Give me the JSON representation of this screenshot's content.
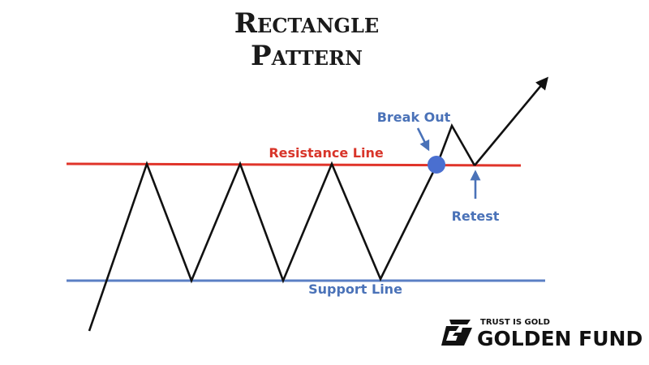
{
  "title": {
    "line1": "Rectangle",
    "line2": "Pattern"
  },
  "labels": {
    "resistance": "Resistance Line",
    "support": "Support Line",
    "breakout": "Break Out",
    "retest": "Retest"
  },
  "brand": {
    "tagline": "TRUST IS GOLD",
    "name": "GOLDEN FUND",
    "logo_icon": "golden-fund-logo-icon"
  },
  "colors": {
    "resistance": "#e0342a",
    "support": "#5b7fc4",
    "label_blue": "#4a72b8",
    "breakout_dot": "#4a6fd0",
    "price_line": "#111111"
  }
}
